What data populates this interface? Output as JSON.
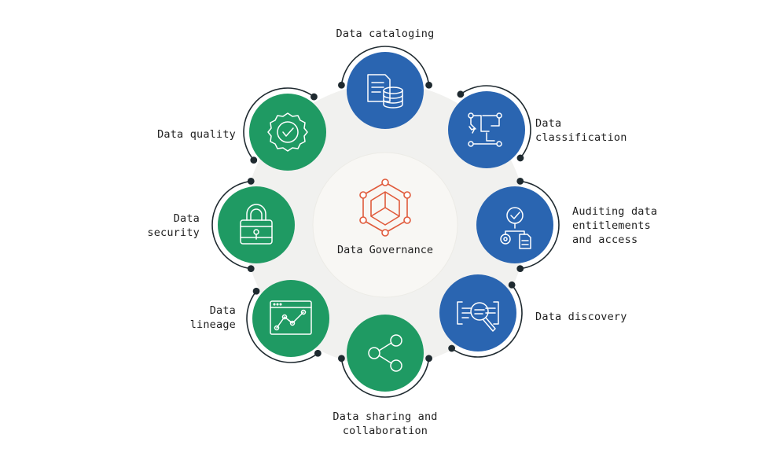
{
  "center": {
    "label": "Data Governance",
    "accent": "#e05a3b"
  },
  "colors": {
    "blue": "#2a65b1",
    "green": "#1f9a63",
    "ring": "#f1f1ef",
    "hub": "#f7f6f3",
    "line": "#1f2a30"
  },
  "nodes": [
    {
      "id": "cataloging",
      "color": "blue",
      "icon": "document-database-icon",
      "label": [
        "Data cataloging"
      ]
    },
    {
      "id": "classification",
      "color": "blue",
      "icon": "flow-chart-icon",
      "label": [
        "Data",
        "classification"
      ]
    },
    {
      "id": "auditing",
      "color": "blue",
      "icon": "audit-check-gear-icon",
      "label": [
        "Auditing data",
        "entitlements",
        "and access"
      ]
    },
    {
      "id": "discovery",
      "color": "blue",
      "icon": "magnifier-code-icon",
      "label": [
        "Data discovery"
      ]
    },
    {
      "id": "sharing",
      "color": "green",
      "icon": "share-icon",
      "label": [
        "Data sharing and",
        "collaboration"
      ]
    },
    {
      "id": "lineage",
      "color": "green",
      "icon": "line-chart-window-icon",
      "label": [
        "Data",
        "lineage"
      ]
    },
    {
      "id": "security",
      "color": "green",
      "icon": "padlock-icon",
      "label": [
        "Data",
        "security"
      ]
    },
    {
      "id": "quality",
      "color": "green",
      "icon": "badge-check-icon",
      "label": [
        "Data quality"
      ]
    }
  ]
}
